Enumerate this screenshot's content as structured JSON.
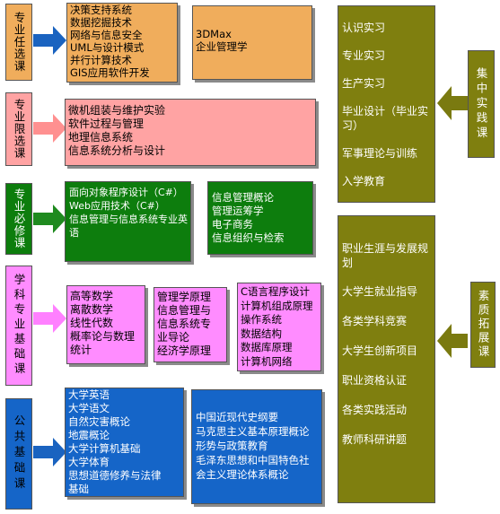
{
  "colors": {
    "orange": "#f0ad5c",
    "pink": "#ffa3a3",
    "green": "#0d7d0d",
    "magenta": "#ff8cff",
    "blue": "#1565c8",
    "olive": "#7f7f0f",
    "arrow_blue": "#1a63c0",
    "arrow_green": "#1f8a1f",
    "arrow_olive": "#7a7a10"
  },
  "icons": {
    "row_arrow": "right-block-arrow-icon",
    "side_arrow": "left-block-arrow-icon"
  },
  "rows": {
    "elective": {
      "label": "专业任选课",
      "box1": [
        "决策支持系统",
        "数据挖掘技术",
        "网络与信息安全",
        "UML与设计模式",
        "并行计算技术",
        "GIS应用软件开发"
      ],
      "box2": [
        "3DMax",
        "企业管理学"
      ]
    },
    "limited": {
      "label": "专业限选课",
      "box1": [
        "微机组装与维护实验",
        "软件过程与管理",
        "地理信息系统",
        "信息系统分析与设计"
      ]
    },
    "required": {
      "label": "专业必修课",
      "box1": [
        "面向对象程序设计（C#）",
        "Web应用技术（C#）",
        "信息管理与信息系统专业英语"
      ],
      "box2": [
        "信息管理概论",
        "管理运筹学",
        "电子商务",
        "信息组织与检索"
      ]
    },
    "foundation": {
      "label": "学科专业基础课",
      "box1": [
        "高等数学",
        "离散数学",
        "线性代数",
        "概率论与数理",
        "统计"
      ],
      "box2": [
        "管理学原理",
        "信息管理与",
        "信息系统专",
        "业导论",
        "经济学原理"
      ],
      "box3": [
        "C语言程序设计",
        "计算机组成原理",
        "操作系统",
        "数据结构",
        "数据库原理",
        "计算机网络"
      ]
    },
    "public": {
      "label": "公共基础课",
      "box1": [
        "大学英语",
        "大学语文",
        "自然灾害概论",
        "地震概论",
        "大学计算机基础",
        "大学体育",
        "思想道德修养与法律",
        "基础"
      ],
      "box2": [
        "中国近现代史纲要",
        "马克思主义基本原理概论",
        "形势与政策教育",
        "毛泽东思想和中国特色社",
        "会主义理论体系概论"
      ]
    }
  },
  "practice": {
    "label": "集中实践课",
    "items": [
      "认识实习",
      "专业实习",
      "生产实习",
      "毕业设计（毕业实习）",
      "军事理论与训练",
      "入学教育"
    ]
  },
  "quality": {
    "label": "素质拓展课",
    "items": [
      "职业生涯与发展规划",
      "大学生就业指导",
      "各类学科竞赛",
      "大学生创新项目",
      "职业资格认证",
      "各类实践活动",
      "教师科研讲题"
    ]
  }
}
